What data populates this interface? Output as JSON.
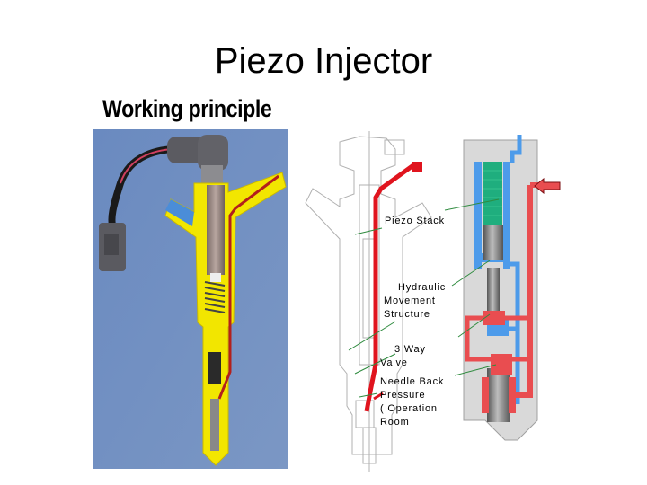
{
  "slide": {
    "title": "Piezo Injector",
    "subtitle": "Working principle"
  },
  "figures": {
    "photo": {
      "description": "cutaway-photo-of-piezo-injector",
      "background": "#6f8fbf",
      "body_color": "#f2e600"
    },
    "cad": {
      "description": "cross-section-drawing",
      "fuel_line_color": "#e0141e"
    },
    "schematic": {
      "description": "hydraulic-schematic",
      "piezo_color": "#1fae7e",
      "low_pressure_color": "#4d9bea",
      "high_pressure_color": "#e94d50",
      "housing_color": "#d9d9d9"
    }
  },
  "labels": [
    {
      "text": "Piezo Stack"
    },
    {
      "text": "Hydraulic"
    },
    {
      "text": "Movement"
    },
    {
      "text": "Structure"
    },
    {
      "text": "3 Way"
    },
    {
      "text": "Valve"
    },
    {
      "text": "Needle Back"
    },
    {
      "text": "Pressure"
    },
    {
      "text": "( Operation"
    },
    {
      "text": "Room"
    }
  ]
}
